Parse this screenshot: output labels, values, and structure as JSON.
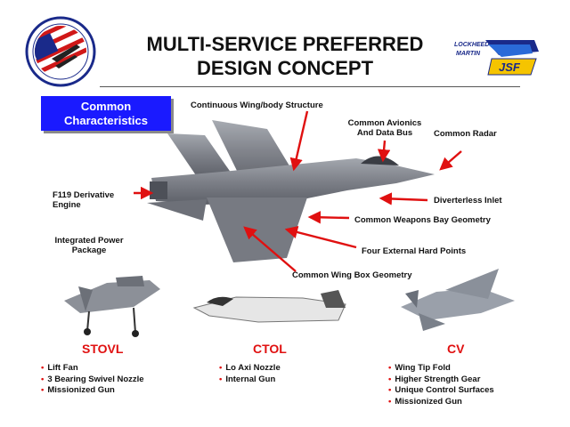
{
  "title_line1": "MULTI-SERVICE PREFERRED",
  "title_line2": "DESIGN CONCEPT",
  "common_box": {
    "line1": "Common",
    "line2": "Characteristics"
  },
  "callouts": {
    "continuous_wing": "Continuous Wing/body Structure",
    "avionics_line1": "Common Avionics",
    "avionics_line2": "And Data Bus",
    "radar": "Common Radar",
    "engine_line1": "F119 Derivative",
    "engine_line2": "Engine",
    "inlet": "Diverterless Inlet",
    "weapons_bay": "Common Weapons Bay Geometry",
    "power_line1": "Integrated Power",
    "power_line2": "Package",
    "hard_points": "Four External Hard Points",
    "wing_box": "Common Wing Box Geometry"
  },
  "variants": [
    {
      "name": "STOVL",
      "features": [
        "Lift Fan",
        "3 Bearing Swivel Nozzle",
        "Missionized Gun"
      ]
    },
    {
      "name": "CTOL",
      "features": [
        "Lo Axi Nozzle",
        "Internal Gun"
      ]
    },
    {
      "name": "CV",
      "features": [
        "Wing Tip Fold",
        "Higher Strength Gear",
        "Unique Control Surfaces",
        "Missionized Gun"
      ]
    }
  ],
  "logos": {
    "right_top": "LOCKHEED",
    "right_mid": "MARTIN",
    "right_badge": "JSF"
  },
  "colors": {
    "accent_blue": "#1a1aff",
    "arrow_red": "#e01010",
    "jet_gray": "#7d8088"
  }
}
